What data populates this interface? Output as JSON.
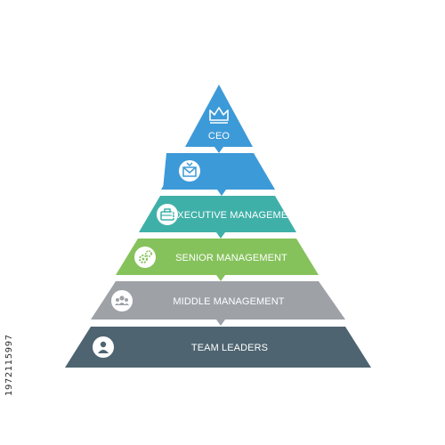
{
  "pyramid": {
    "levels": [
      {
        "label": "CEO",
        "icon": "crown-icon",
        "color": "#3d9ad8"
      },
      {
        "label": "",
        "icon": "envelope-icon",
        "color": "#3d9ad8"
      },
      {
        "label": "EXECUTIVE MANAGEMENT",
        "icon": "briefcase-icon",
        "color": "#3fb0a8"
      },
      {
        "label": "SENIOR MANAGEMENT",
        "icon": "gears-icon",
        "color": "#86c25b"
      },
      {
        "label": "MIDDLE MANAGEMENT",
        "icon": "group-icon",
        "color": "#9ea2a7"
      },
      {
        "label": "TEAM LEADERS",
        "icon": "person-icon",
        "color": "#4e6470"
      }
    ]
  },
  "side_text": "1972115997"
}
